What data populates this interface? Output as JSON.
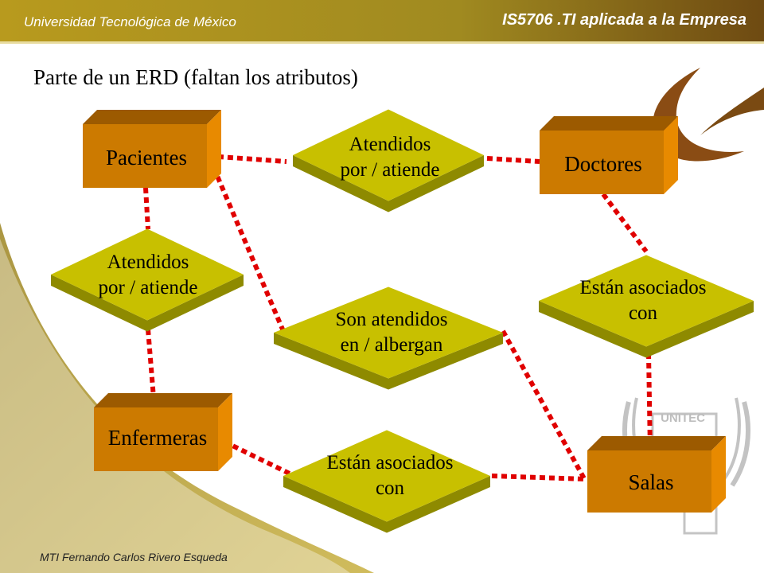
{
  "header": {
    "university": "Universidad Tecnológica de México",
    "course": "IS5706 .TI aplicada a la Empresa"
  },
  "footer": {
    "author": "MTI Fernando Carlos Rivero Esqueda"
  },
  "title": "Parte de un ERD (faltan los atributos)",
  "logo": {
    "text": "UNITEC"
  },
  "colors": {
    "header_gold": "#a8901e",
    "entity_front": "#cc7a00",
    "entity_top": "#9c5a00",
    "entity_side": "#e88a00",
    "relation_fill": "#c8c000",
    "relation_shadow": "#8e8a00",
    "connector": "#e00000"
  },
  "diagram": {
    "entities": [
      {
        "id": "pacientes",
        "label": "Pacientes"
      },
      {
        "id": "doctores",
        "label": "Doctores"
      },
      {
        "id": "enfermeras",
        "label": "Enfermeras"
      },
      {
        "id": "salas",
        "label": "Salas"
      }
    ],
    "relationships": [
      {
        "id": "rel_pac_doc",
        "line1": "Atendidos",
        "line2": "por / atiende"
      },
      {
        "id": "rel_pac_enf",
        "line1": "Atendidos",
        "line2": "por / atiende"
      },
      {
        "id": "rel_pac_sal",
        "line1": "Son atendidos",
        "line2": "en / albergan"
      },
      {
        "id": "rel_doc_sal",
        "line1": "Están asociados",
        "line2": "con"
      },
      {
        "id": "rel_enf_sal",
        "line1": "Están asociados",
        "line2": "con"
      }
    ],
    "connections": [
      {
        "from": "pacientes",
        "to": "rel_pac_doc"
      },
      {
        "from": "rel_pac_doc",
        "to": "doctores"
      },
      {
        "from": "pacientes",
        "to": "rel_pac_enf"
      },
      {
        "from": "rel_pac_enf",
        "to": "enfermeras"
      },
      {
        "from": "pacientes",
        "to": "rel_pac_sal"
      },
      {
        "from": "rel_pac_sal",
        "to": "salas"
      },
      {
        "from": "doctores",
        "to": "rel_doc_sal"
      },
      {
        "from": "rel_doc_sal",
        "to": "salas"
      },
      {
        "from": "enfermeras",
        "to": "rel_enf_sal"
      },
      {
        "from": "rel_enf_sal",
        "to": "salas"
      }
    ]
  }
}
